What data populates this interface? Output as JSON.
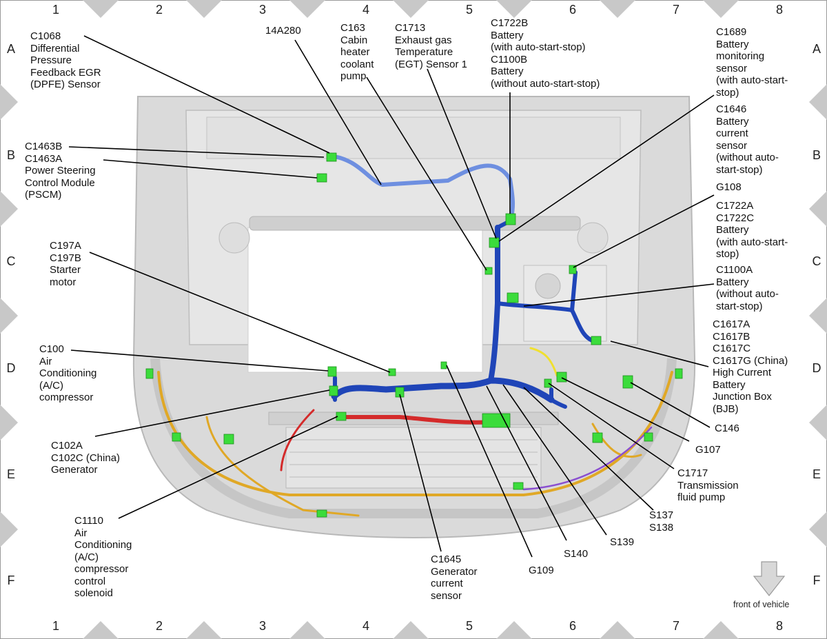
{
  "grid": {
    "columns": [
      "1",
      "2",
      "3",
      "4",
      "5",
      "6",
      "7",
      "8"
    ],
    "rows": [
      "A",
      "B",
      "C",
      "D",
      "E",
      "F"
    ]
  },
  "labels": {
    "c1068": "C1068\nDifferential\nPressure\nFeedback EGR\n(DPFE) Sensor",
    "l14a280": "14A280",
    "c163": "C163\nCabin\nheater\ncoolant\npump",
    "c1713": "C1713\nExhaust gas\nTemperature\n(EGT) Sensor 1",
    "c1722b": "C1722B\nBattery\n(with auto-start-stop)\nC1100B\nBattery\n(without auto-start-stop)",
    "c1689": "C1689\nBattery\nmonitoring\nsensor\n(with auto-start-\nstop)",
    "c1646": "C1646\nBattery\ncurrent\nsensor\n(without auto-\nstart-stop)",
    "c1463": "C1463B\nC1463A\nPower Steering\nControl Module\n(PSCM)",
    "g108": "G108",
    "c1722a": "C1722A\nC1722C\nBattery\n(with auto-start-\nstop)",
    "c1100a": "C1100A\nBattery\n(without auto-\nstart-stop)",
    "c197": "C197A\nC197B\nStarter\nmotor",
    "c1617": "C1617A\nC1617B\nC1617C\nC1617G (China)\nHigh Current\nBattery\nJunction Box\n(BJB)",
    "c100": "C100\nAir\nConditioning\n(A/C)\ncompressor",
    "c146": "C146",
    "c102": "C102A\nC102C (China)\nGenerator",
    "g107": "G107",
    "c1717": "C1717\nTransmission\nfluid pump",
    "c1110": "C1110\nAir\nConditioning\n(A/C)\ncompressor\ncontrol\nsolenoid",
    "s137": "S137\nS138",
    "s139": "S139",
    "s140": "S140",
    "c1645": "C1645\nGenerator\ncurrent\nsensor",
    "g109": "G109",
    "front": "front of vehicle"
  },
  "colors": {
    "harness_blue": "#1f45b8",
    "harness_light_blue": "#6e8fe0",
    "connector_green": "#3bdc3b",
    "orange_wire": "#e0a826",
    "red_wire": "#d42a2a",
    "yellow_wire": "#f0e030",
    "purple_wire": "#8a4fd0",
    "body_gray": "#d8d8d8",
    "grid_marker_gray": "#c8c8c8"
  }
}
